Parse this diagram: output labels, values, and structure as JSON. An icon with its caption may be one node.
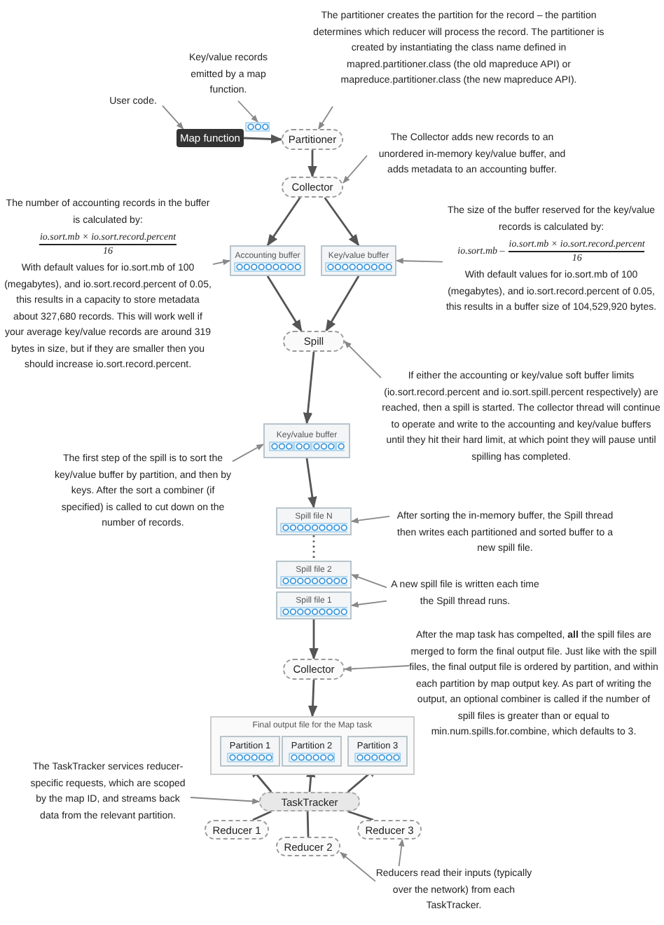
{
  "diagram": {
    "nodes": [
      {
        "text": [
          "Map function"
        ]
      },
      {
        "text": [
          "Partitioner"
        ]
      },
      {
        "text": [
          "Collector"
        ]
      },
      {
        "text": [
          "Accounting buffer"
        ]
      },
      {
        "text": [
          "Key/value buffer"
        ]
      },
      {
        "text": [
          "Spill"
        ]
      },
      {
        "text": [
          "Key/value buffer"
        ]
      },
      {
        "text": [
          "Spill file N"
        ]
      },
      {
        "text": [
          "Spill file 2"
        ]
      },
      {
        "text": [
          "Spill file 1"
        ]
      },
      {
        "text": [
          "Collector"
        ]
      },
      {
        "text": [
          "Final output file for the Map task"
        ]
      },
      {
        "text": [
          "Partition 1"
        ],
        "in": 11
      },
      {
        "text": [
          "Partition 2"
        ],
        "in": 11
      },
      {
        "text": [
          "Partition 3"
        ],
        "in": 11
      },
      {
        "text": [
          "TaskTracker"
        ]
      },
      {
        "text": [
          "Reducer 1"
        ]
      },
      {
        "text": [
          "Reducer 2"
        ]
      },
      {
        "text": [
          "Reducer 3"
        ]
      },
      {
        "text": [
          "User code."
        ]
      },
      {
        "text": [
          "Key/value records emitted by a map function."
        ]
      },
      {
        "text": [
          "The partitioner creates the partition for the record – the partition determines which reducer will process the record. The partitioner is created by instantiating the class name defined in mapred.partitioner.class (the old mapreduce API) or mapreduce.partitioner.class (the new mapreduce API)."
        ]
      },
      {
        "text": [
          "The Collector adds new records to an unordered in-memory key/value buffer, and adds metadata to an accounting buffer."
        ]
      },
      {
        "text": [
          "The number of accounting records in the buffer is calculated by:",
          "io.sort.mb × io.sort.record.percent",
          "16",
          "With default values for io.sort.mb of 100 (megabytes), and io.sort.record.percent of 0.05, this results in a capacity to store metadata about 327,680 records. This will work well if your average key/value records are around 319 bytes in size, but if they are smaller then you should increase io.sort.record.percent."
        ]
      },
      {
        "text": [
          "The size of the buffer reserved for the key/value records is calculated by:",
          "io.sort.mb –",
          "io.sort.mb × io.sort.record.percent",
          "16",
          "With default values for io.sort.mb of 100 (megabytes), and io.sort.record.percent of 0.05, this results in a buffer size of 104,529,920 bytes."
        ]
      },
      {
        "text": [
          "If either the accounting or key/value soft buffer limits (io.sort.record.percent and io.sort.spill.percent respectively) are reached, then a spill is started. The collector thread will continue to operate and write to the accounting and key/value buffers until they hit their hard limit, at which point they will pause until spilling has completed."
        ]
      },
      {
        "text": [
          "The first step of the spill is to sort the key/value buffer by partition, and then by keys. After the sort a combiner (if specified) is called to cut down on the number of records."
        ]
      },
      {
        "text": [
          "After sorting the in-memory buffer, the Spill thread then writes each partitioned and sorted buffer to a new spill file."
        ]
      },
      {
        "text": [
          "A new spill file is written each time the Spill thread runs."
        ]
      },
      {
        "text": [
          "After the map task has compelted, **all** the spill files are merged to form the final output file. Just like with the spill files, the final output file is ordered by partition, and within each partition by map output key. As part of writing the output, an optional combiner is called if the number of spill files is greater than or equal to min.num.spills.for.combine, which defaults to 3."
        ]
      },
      {
        "text": [
          "The TaskTracker services reducer-specific requests, which are scoped by the map ID, and streams back data from the relevant partition."
        ]
      },
      {
        "text": [
          "Reducers read their inputs (typically over the network) from each TaskTracker."
        ]
      },
      {
        "text": [],
        "shape": "box"
      }
    ],
    "edges": [
      {
        "from": 0,
        "to": 1,
        "arrow": "to"
      },
      {
        "from": 1,
        "to": 2,
        "arrow": "to"
      },
      {
        "from": 2,
        "to": 3,
        "arrow": "to"
      },
      {
        "from": 2,
        "to": 4,
        "arrow": "to"
      },
      {
        "from": 3,
        "to": 5,
        "arrow": "to"
      },
      {
        "from": 4,
        "to": 5,
        "arrow": "to"
      },
      {
        "from": 5,
        "to": 6,
        "arrow": "to"
      },
      {
        "from": 6,
        "to": 7,
        "arrow": "to"
      },
      {
        "from": 7,
        "to": 8,
        "arrow": "none",
        "style": "dashed"
      },
      {
        "from": 9,
        "to": 10,
        "arrow": "to"
      },
      {
        "from": 10,
        "to": 11,
        "arrow": "to"
      },
      {
        "from": 16,
        "to": 15,
        "arrow": "none"
      },
      {
        "from": 15,
        "to": 12,
        "arrow": "to"
      },
      {
        "from": 17,
        "to": 15,
        "arrow": "none"
      },
      {
        "from": 15,
        "to": 13,
        "arrow": "to"
      },
      {
        "from": 18,
        "to": 15,
        "arrow": "none"
      },
      {
        "from": 15,
        "to": 14,
        "arrow": "to"
      },
      {
        "from": 19,
        "to": 0,
        "arrow": "to"
      },
      {
        "from": 20,
        "to": 32,
        "arrow": "to"
      },
      {
        "from": 21,
        "to": 1,
        "arrow": "to"
      },
      {
        "from": 22,
        "to": 2,
        "arrow": "to"
      },
      {
        "from": 23,
        "to": 3,
        "arrow": "to"
      },
      {
        "from": 24,
        "to": 4,
        "arrow": "to"
      },
      {
        "from": 25,
        "to": 5,
        "arrow": "to"
      },
      {
        "from": 26,
        "to": 6,
        "arrow": "to"
      },
      {
        "from": 27,
        "to": 7,
        "arrow": "to"
      },
      {
        "from": 28,
        "to": 8,
        "arrow": "to"
      },
      {
        "from": 28,
        "to": 9,
        "arrow": "to"
      },
      {
        "from": 29,
        "to": 10,
        "arrow": "to"
      },
      {
        "from": 30,
        "to": 15,
        "arrow": "to"
      },
      {
        "from": 31,
        "to": 18,
        "arrow": "to"
      },
      {
        "from": 31,
        "to": 17,
        "arrow": "to"
      }
    ]
  }
}
